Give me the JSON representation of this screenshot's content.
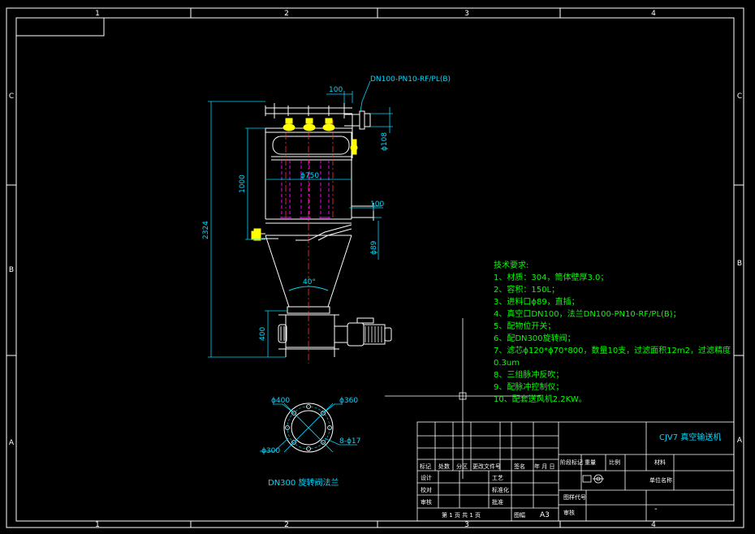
{
  "colors": {
    "background": "#000000",
    "frame": "#ffffff",
    "dimension": "#00d8ff",
    "notes": "#00ff00",
    "body": "#ffffff",
    "filter": "#ff00ff",
    "valve": "#ffff00"
  },
  "zones": {
    "top": [
      "1",
      "2",
      "3",
      "4"
    ],
    "side": [
      "C",
      "B",
      "A"
    ]
  },
  "callouts": {
    "flange_spec": "DN100-PN10-RF/PL(B)",
    "dim_100_top": "100",
    "dim_108": "ϕ108",
    "dim_1000": "1000",
    "dim_750": "ϕ750",
    "dim_100_mid": "100",
    "dim_89": "ϕ89",
    "dim_2324": "2324",
    "angle_40": "40°",
    "dim_400": "400"
  },
  "flange_detail": {
    "d400": "ϕ400",
    "d360": "ϕ360",
    "d300": "ϕ300",
    "holes": "8-ϕ17",
    "caption": "DN300 旋转阀法兰"
  },
  "notes": {
    "title": "技术要求:",
    "items": [
      "1、材质：304，筒体壁厚3.0；",
      "2、容积：150L；",
      "3、进料口ϕ89，直插；",
      "4、真空口DN100，法兰DN100-PN10-RF/PL(B)；",
      "5、配物位开关；",
      "6、配DN300旋转阀；",
      "7、滤芯ϕ120*ϕ70*800，数量10支，过滤面积12m2，过滤精度",
      "0.3um",
      "8、三组脉冲反吹；",
      "9、配脉冲控制仪；",
      "10、配套送风机2.2KW。"
    ]
  },
  "title_block": {
    "title": "CJV7 真空输送机",
    "header_cells": [
      "标记",
      "处数",
      "分区",
      "更改文件号",
      "签名",
      "年 月 日"
    ],
    "left_rows": [
      "设计",
      "校对",
      "审核",
      "工艺",
      "标准化",
      "批准"
    ],
    "mid_cells": [
      "阶段标记",
      "重量",
      "比例"
    ],
    "material_label": "材料",
    "unit_label": "单位名称",
    "sheet": "第 1 页 共 1 页",
    "scale_label": "图幅",
    "size": "A3",
    "drawing_no_label": "图样代号",
    "dash": "-"
  }
}
